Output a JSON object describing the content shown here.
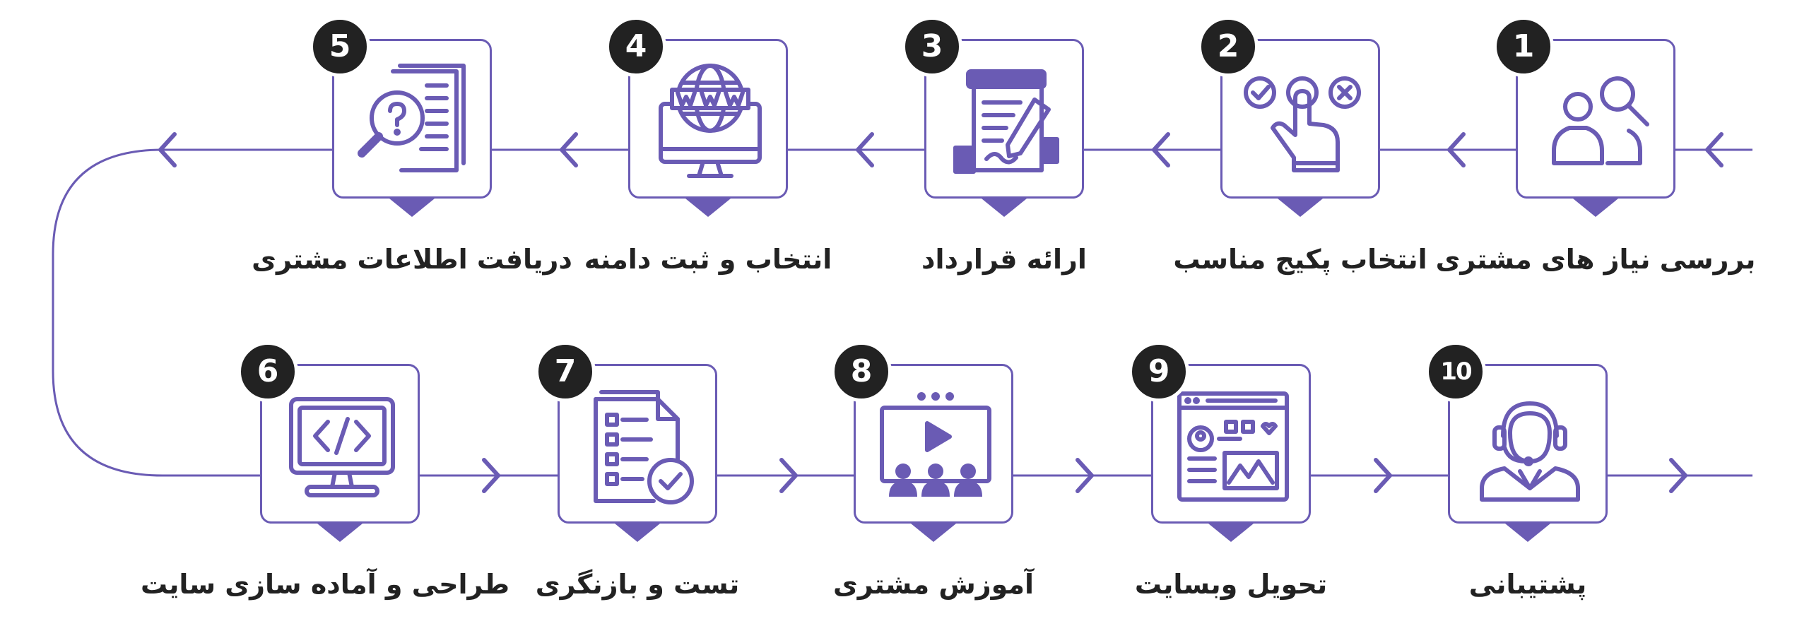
{
  "colors": {
    "accent": "#6a5bb4",
    "badge": "#222222",
    "text": "#222222",
    "background": "#ffffff"
  },
  "steps": [
    {
      "number": "1",
      "label": "بررسی نیاز های مشتری",
      "icon": "user-search-icon"
    },
    {
      "number": "2",
      "label": "انتخاب پکیج مناسب",
      "icon": "hand-select-icon"
    },
    {
      "number": "3",
      "label": "ارائه قرارداد",
      "icon": "contract-icon"
    },
    {
      "number": "4",
      "label": "انتخاب و ثبت دامنه",
      "icon": "domain-www-icon"
    },
    {
      "number": "5",
      "label": "دریافت اطلاعات مشتری",
      "icon": "document-search-icon"
    },
    {
      "number": "6",
      "label": "طراحی و آماده سازی سایت",
      "icon": "code-monitor-icon"
    },
    {
      "number": "7",
      "label": "تست و بازنگری",
      "icon": "checklist-icon"
    },
    {
      "number": "8",
      "label": "آموزش مشتری",
      "icon": "video-training-icon"
    },
    {
      "number": "9",
      "label": "تحویل وبسایت",
      "icon": "website-layout-icon"
    },
    {
      "number": "10",
      "label": "پشتیبانی",
      "icon": "support-agent-icon"
    }
  ]
}
